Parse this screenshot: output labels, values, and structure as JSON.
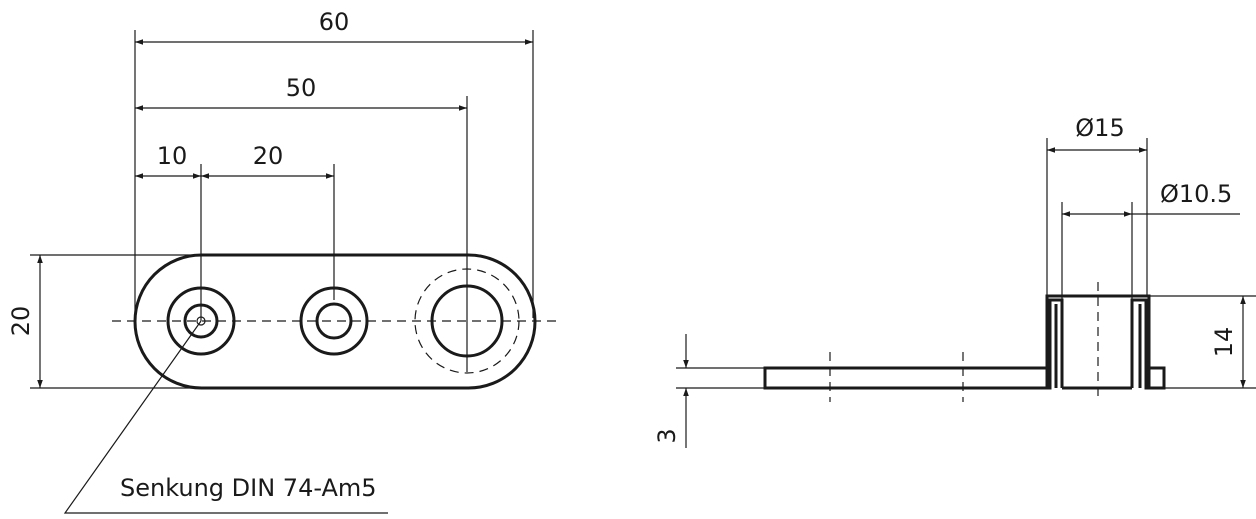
{
  "front_view": {
    "dim_overall_length": "60",
    "dim_to_third_hole": "50",
    "dim_edge_to_first_hole": "10",
    "dim_hole_spacing": "20",
    "dim_width": "20",
    "callout": "Senkung DIN 74-Am5"
  },
  "side_view": {
    "dim_outer_diameter": "Ø15",
    "dim_inner_diameter": "Ø10.5",
    "dim_height": "14",
    "dim_thickness": "3"
  },
  "color": "#1a1a1a"
}
